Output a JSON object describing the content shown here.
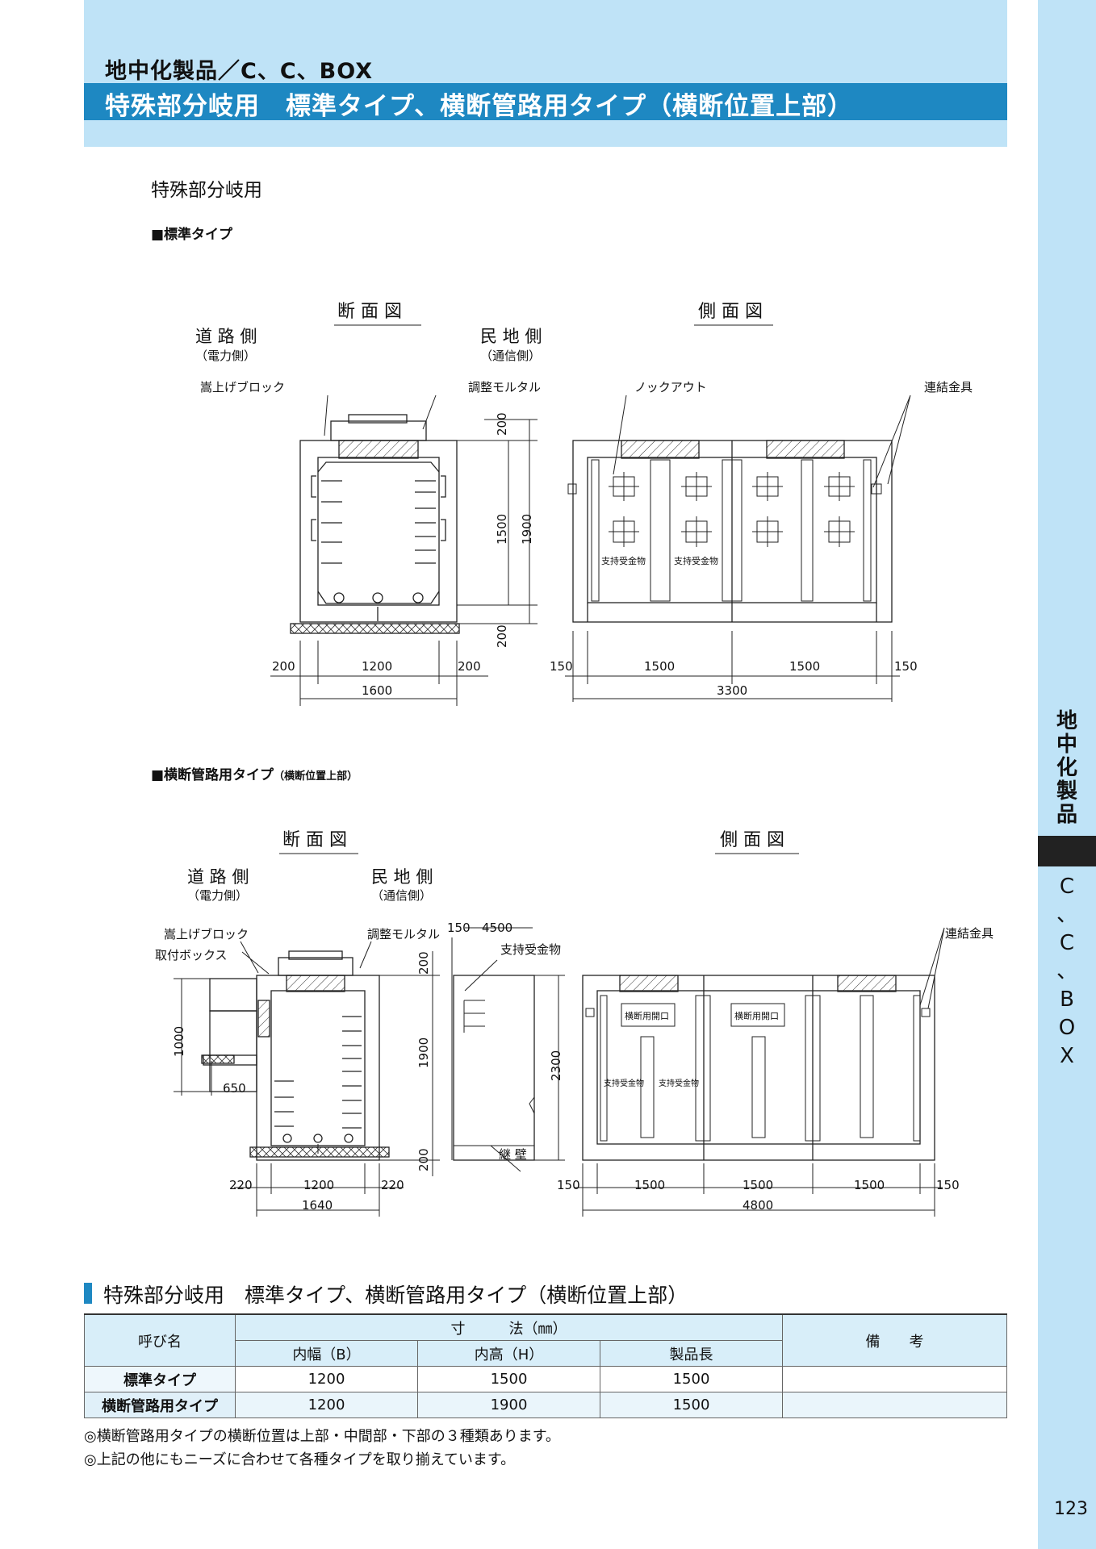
{
  "header": {
    "category": "地中化製品／C、C、BOX",
    "title": "特殊部分岐用　標準タイプ、横断管路用タイプ（横断位置上部）"
  },
  "side_tab": {
    "top_label": "地中化製品",
    "bottom_label": "C、C、BOX"
  },
  "page_number": "123",
  "section_title": "特殊部分岐用",
  "standard": {
    "heading": "■標準タイプ",
    "section_view": "断 面 図",
    "side_view": "側 面 図",
    "road_side": "道 路 側",
    "road_side_sub": "（電力側）",
    "private_side": "民 地 側",
    "private_side_sub": "（通信側）",
    "raise_block": "嵩上げブロック",
    "mortar": "調整モルタル",
    "knockout": "ノックアウト",
    "connector": "連結金具",
    "support": "支持受金物",
    "dims": {
      "d200a": "200",
      "d1500": "1500",
      "d1900": "1900",
      "d200b": "200",
      "w200l": "200",
      "w1200": "1200",
      "w200r": "200",
      "w1600": "1600",
      "s150l": "150",
      "s1500a": "1500",
      "s1500b": "1500",
      "s150r": "150",
      "s3300": "3300"
    }
  },
  "cross": {
    "heading": "■横断管路用タイプ",
    "heading_sub": "（横断位置上部）",
    "section_view": "断 面 図",
    "side_view": "側 面 図",
    "road_side": "道 路 側",
    "road_side_sub": "（電力側）",
    "private_side": "民 地 側",
    "private_side_sub": "（通信側）",
    "raise_block": "嵩上げブロック",
    "mount_box": "取付ボックス",
    "mortar": "調整モルタル",
    "support": "支持受金物",
    "connector": "連結金具",
    "opening": "横断用開口",
    "wall": "継 壁",
    "dims": {
      "d1000": "1000",
      "d650": "650",
      "d200a": "200",
      "d1900": "1900",
      "d200b": "200",
      "w220l": "220",
      "w1200": "1200",
      "w220r": "220",
      "w1640": "1640",
      "m150": "150",
      "m4500": "4500",
      "m2300": "2300",
      "s150l": "150",
      "s1500a": "1500",
      "s1500b": "1500",
      "s1500c": "1500",
      "s150r": "150",
      "s4800": "4800"
    }
  },
  "table": {
    "title": "特殊部分岐用　標準タイプ、横断管路用タイプ（横断位置上部）",
    "col_name": "呼び名",
    "col_dims": "寸　　　法（㎜）",
    "col_remarks": "備　　考",
    "sub_cols": [
      "内幅（B）",
      "内高（H）",
      "製品長"
    ],
    "rows": [
      {
        "name": "標準タイプ",
        "b": "1200",
        "h": "1500",
        "len": "1500",
        "remarks": ""
      },
      {
        "name": "横断管路用タイプ",
        "b": "1200",
        "h": "1900",
        "len": "1500",
        "remarks": ""
      }
    ]
  },
  "notes": [
    "◎横断管路用タイプの横断位置は上部・中間部・下部の３種類あります。",
    "◎上記の他にもニーズに合わせて各種タイプを取り揃えています。"
  ]
}
